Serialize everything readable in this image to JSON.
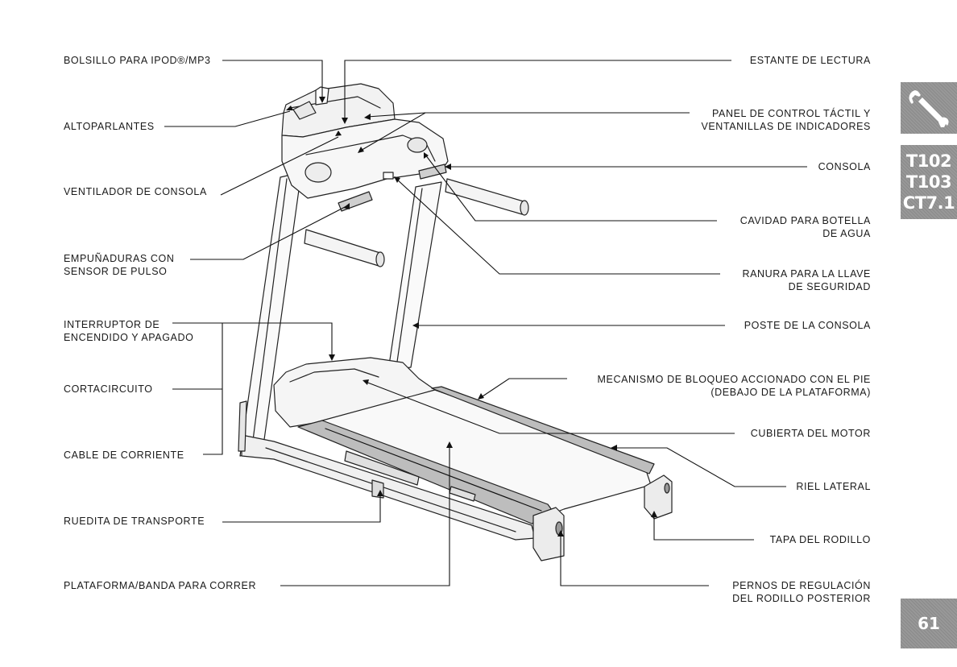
{
  "labels": {
    "pocket": "BOLSILLO PARA iPOD®/MP3",
    "reading_shelf": "ESTANTE DE LECTURA",
    "speakers": "ALTOPARLANTES",
    "touch_panel": [
      "PANEL DE CONTROL TÁCTIL Y",
      "VENTANILLAS DE INDICADORES"
    ],
    "console": "CONSOLA",
    "console_fan": "VENTILADOR DE CONSOLA",
    "bottle_holder": [
      "CAVIDAD PARA BOTELLA",
      "DE AGUA"
    ],
    "pulse_grips": [
      "EMPUÑADURAS CON",
      "SENSOR DE PULSO"
    ],
    "safety_key": [
      "RANURA PARA LA LLAVE",
      "DE SEGURIDAD"
    ],
    "power_switch": [
      "INTERRUPTOR DE",
      "ENCENDIDO Y APAGADO"
    ],
    "console_mast": "POSTE DE LA CONSOLA",
    "circuit_breaker": "CORTACIRCUITO",
    "foot_lock": [
      "MECANISMO DE BLOQUEO ACCIONADO CON EL PIE",
      "(DEBAJO DE LA PLATAFORMA)"
    ],
    "motor_cover": "CUBIERTA DEL MOTOR",
    "power_cord": "CABLE DE CORRIENTE",
    "side_rail": "RIEL LATERAL",
    "transport_wheel": "RUEDITA DE TRANSPORTE",
    "roller_cap": "TAPA DEL RODILLO",
    "deck_belt": "PLATAFORMA/BANDA PARA CORRER",
    "roller_bolts": [
      "PERNOS DE REGULACIÓN",
      "DEL RODILLO POSTERIOR"
    ]
  },
  "side_tabs": {
    "tool_icon": "wrench-icon",
    "models": [
      "T102",
      "T103",
      "CT7.1"
    ],
    "page_number": "61"
  },
  "colors": {
    "ink": "#1a1a1a",
    "tab_gray": "#8e8e8e"
  }
}
